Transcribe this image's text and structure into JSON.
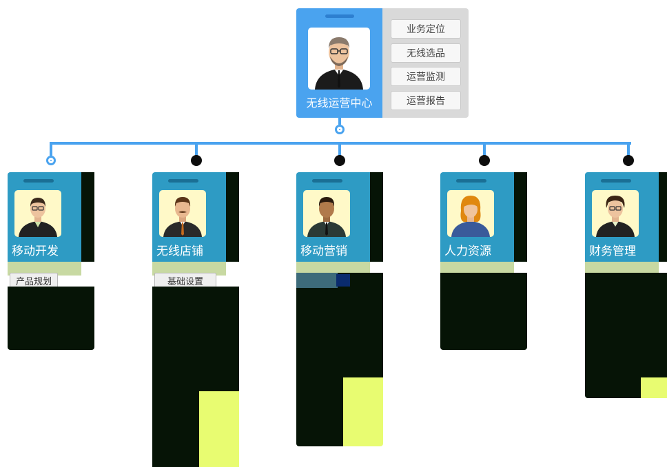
{
  "root": {
    "title": "无线运营中心",
    "menu": [
      "业务定位",
      "无线选品",
      "运营监测",
      "运营报告"
    ]
  },
  "children": [
    {
      "title": "移动开发",
      "sub": "产品规划"
    },
    {
      "title": "无线店铺",
      "sub": "基础设置"
    },
    {
      "title": "移动营销",
      "sub": ""
    },
    {
      "title": "人力资源",
      "sub": ""
    },
    {
      "title": "财务管理",
      "sub": ""
    }
  ],
  "colors": {
    "accent_blue": "#4aa3ef",
    "child_blue": "#2e9bc4",
    "dark_block": "#061406",
    "yellow_block": "#e8fc71",
    "green_strip": "#c8d9a2"
  }
}
